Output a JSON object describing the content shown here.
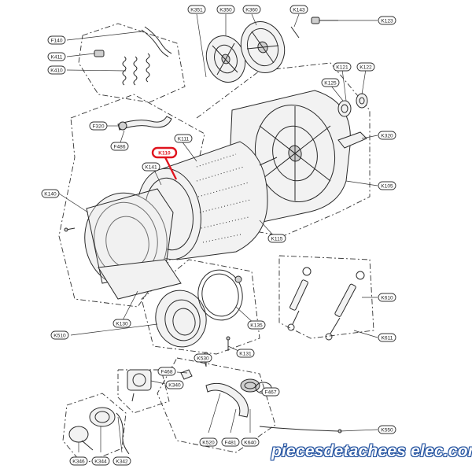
{
  "diagram": {
    "highlight": {
      "label": "K110",
      "color": "#e0141e"
    },
    "callouts": [
      "K351",
      "K350",
      "K360",
      "K143",
      "K123",
      "F140",
      "K411",
      "K410",
      "K121",
      "K122",
      "K125",
      "F320",
      "F486",
      "K111",
      "K141",
      "K320",
      "K140",
      "K105",
      "K115",
      "K610",
      "K611",
      "K130",
      "K135",
      "K510",
      "K131",
      "K530",
      "F468",
      "K340",
      "F467",
      "K346",
      "K344",
      "K342",
      "K520",
      "F481",
      "K640",
      "K550"
    ]
  },
  "watermark": {
    "text": "piecesdetachees elec.com",
    "color": "#1f4f9e"
  }
}
